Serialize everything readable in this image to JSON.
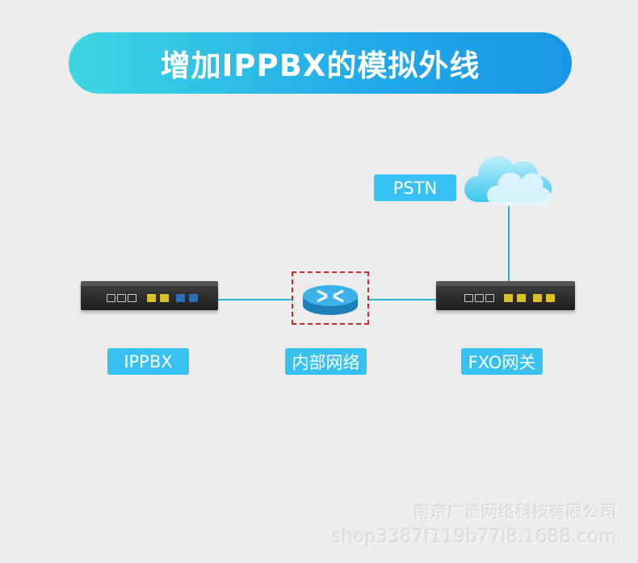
{
  "title": "增加IPPBX的模拟外线",
  "nodes": {
    "pstn": "PSTN",
    "ippbx": "IPPBX",
    "network": "内部网络",
    "fxo": "FXO网关"
  },
  "colors": {
    "accent": "#37c1f0",
    "line": "#2ab4d8",
    "router_border": "#d0282a"
  },
  "watermark": {
    "company": "南京广谱网络科技有限公司",
    "url": "shop3387f119b77l8.1688.com"
  }
}
